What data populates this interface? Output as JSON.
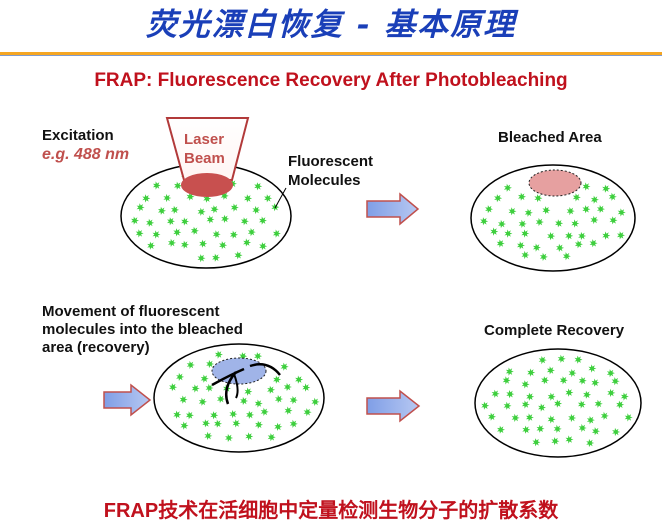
{
  "title": "荧光漂白恢复 - 基本原理",
  "subtitle": "FRAP: Fluorescence Recovery After Photobleaching",
  "labels": {
    "excitation": "Excitation",
    "wavelength": "e.g. 488 nm",
    "laser_line1": "Laser",
    "laser_line2": "Beam",
    "fluor_line1": "Fluorescent",
    "fluor_line2": "Molecules",
    "bleached": "Bleached Area",
    "movement_line1": "Movement of fluorescent",
    "movement_line2": "molecules into the bleached",
    "movement_line3": "area (recovery)",
    "complete": "Complete Recovery"
  },
  "footer": "FRAP技术在活细胞中定量检测生物分子的扩散系数",
  "colors": {
    "title": "#1a3fb8",
    "accent_red": "#c0111d",
    "laser_spot": "#c8504f",
    "bleached_spot": "#e6a0a0",
    "recovery_spot": "#a0b4e8",
    "molecule": "#3ecf3e",
    "arrow": "#8fa8e8"
  }
}
